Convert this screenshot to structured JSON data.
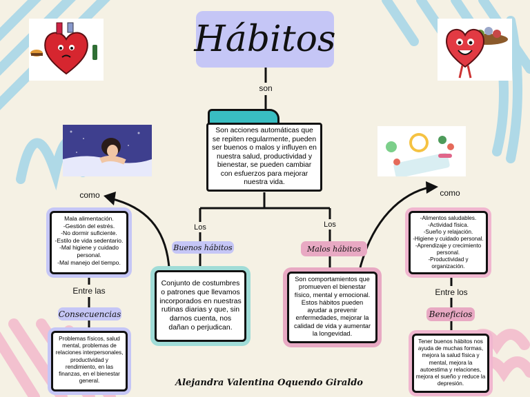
{
  "title": "Hábitos",
  "connector_son": "son",
  "definition": "Son acciones automáticas que se repiten regularmente, pueden ser buenos o malos y influyen en nuestra salud, productividad y bienestar, se pueden cambiar con esfuerzos para mejorar nuestra vida.",
  "los_left": "Los",
  "los_right": "Los",
  "buenos_label": "Buenos hábitos",
  "malos_label": "Malos hábitos",
  "buenos_desc": "Son comportamientos que promueven el bienestar físico, mental y emocional. Estos hábitos pueden ayudar a prevenir enfermedades, mejorar la calidad de vida y aumentar la longevidad.",
  "malos_desc": "Conjunto de costumbres o patrones que llevamos incorporados en nuestras rutinas diarias y que, sin darnos cuenta, nos dañan o perjudican.",
  "como_left": "como",
  "como_right": "como",
  "bad_examples": "Mala alimentación.\n-Gestión del estrés.\n-No dormir suficiente.\n-Estilo de vida sedentario.\n-Mal higiene y cuidado personal.\n-Mal manejo del tiempo.",
  "good_examples": "-Alimentos saludables.\n-Actividad física.\n-Sueño y relajación.\n-Higiene y cuidado personal.\n-Aprendizaje y crecimiento personal.\n-Productividad y organización.",
  "entre_las": "Entre las",
  "entre_los": "Entre los",
  "consecuencias_label": "Consecuencias",
  "beneficios_label": "Beneficios",
  "consecuencias_text": "Problemas físicos, salud mental, problemas de relaciones interpersonales, productividad y rendimiento, en las finanzas, en el bienestar general.",
  "beneficios_text": "Tener buenos hábitos nos ayuda de muchas formas, mejora la salud física y mental, mejora la autoestima y relaciones, mejora el sueño y reduce la depresión.",
  "author": "Alejandra Valentina Oquendo Giraldo",
  "colors": {
    "background": "#f5f1e4",
    "lavender": "#c5c6f6",
    "teal": "#39bdc1",
    "teal_light": "#a0dcd7",
    "pink": "#e8a9c3",
    "pink_light": "#f0b6cf",
    "scribble_blue": "#a3d5e8",
    "scribble_pink": "#f2b9cb"
  },
  "icons": {
    "top_left": "sad-heart-junkfood-icon",
    "top_right": "happy-heart-healthy-food-icon",
    "mid_left": "tired-person-in-bed-icon",
    "mid_right": "healthy-lifestyle-icon"
  }
}
